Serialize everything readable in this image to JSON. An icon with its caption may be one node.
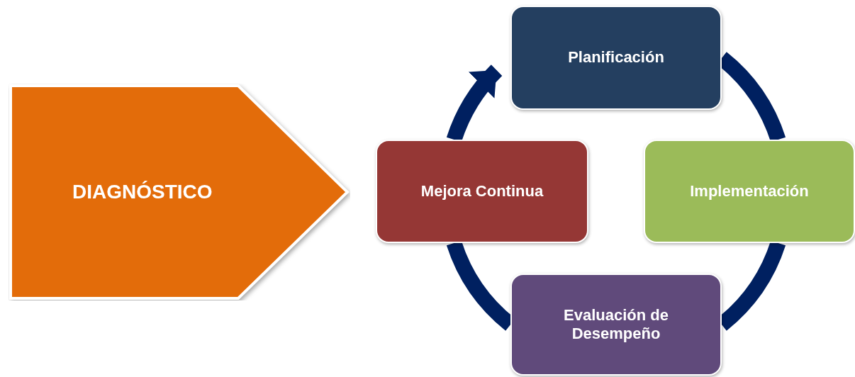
{
  "diagram": {
    "nodes": [
      {
        "text": [
          "DIAGNÓSTICO"
        ]
      },
      {
        "text": [
          "Planificación"
        ]
      },
      {
        "text": [
          "Mejora Continua"
        ]
      },
      {
        "text": [
          "Implementación"
        ]
      },
      {
        "text": [
          "Evaluación de Desempeño"
        ]
      }
    ],
    "edges": [
      {
        "from": 2,
        "to": 1,
        "arrow": "to"
      },
      {
        "from": 1,
        "to": 3,
        "arrow": "none"
      },
      {
        "from": 3,
        "to": 4,
        "arrow": "none"
      },
      {
        "from": 4,
        "to": 2,
        "arrow": "none"
      }
    ]
  }
}
